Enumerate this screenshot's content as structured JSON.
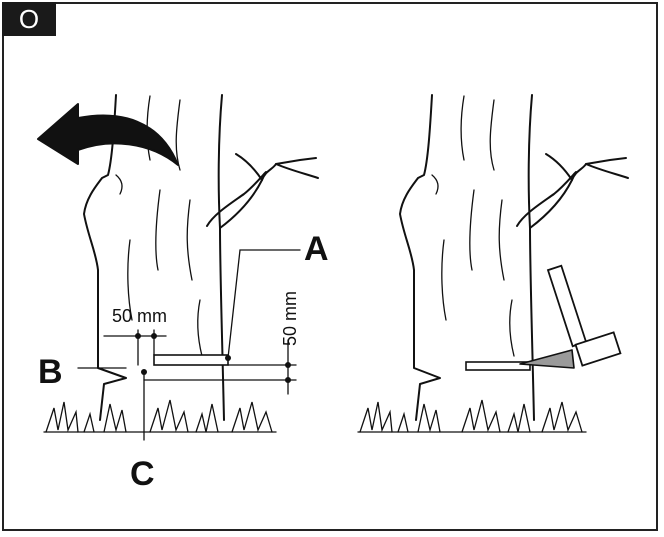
{
  "section_tag": "O",
  "left_figure": {
    "labels": {
      "a": "A",
      "b": "B",
      "c": "C"
    },
    "dimensions": {
      "horizontal": "50 mm",
      "vertical": "50 mm"
    },
    "icons": [
      "fall-direction-arrow-icon",
      "tree-icon",
      "grass-icon"
    ]
  },
  "right_figure": {
    "icons": [
      "tree-icon",
      "felling-wedge-icon",
      "hammer-icon",
      "grass-icon"
    ]
  }
}
